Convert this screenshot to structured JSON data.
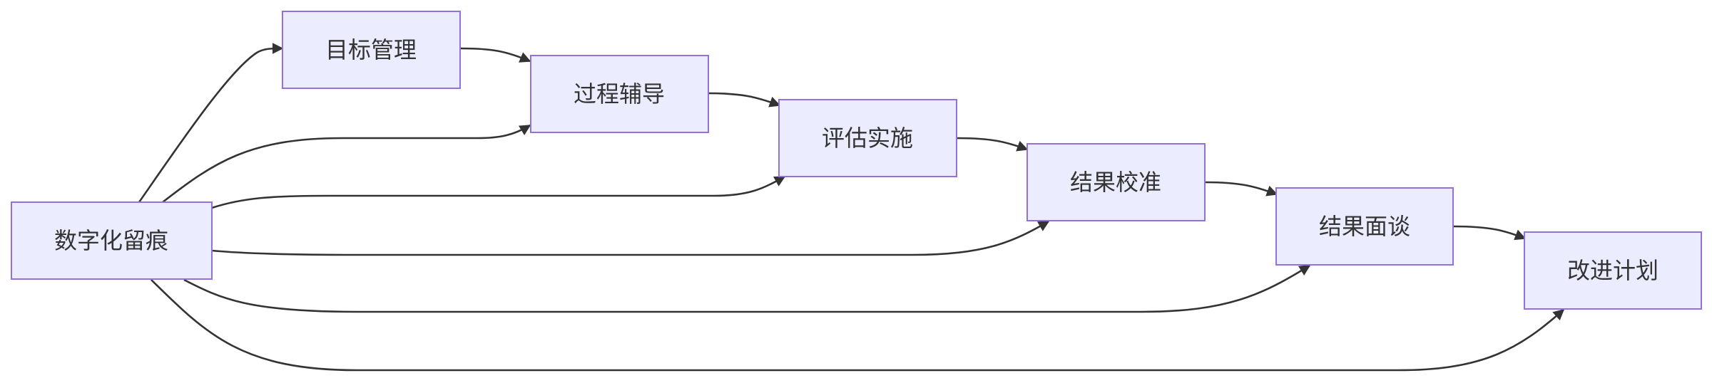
{
  "diagram": {
    "type": "flowchart",
    "direction": "left-to-right",
    "colors": {
      "node_fill": "#ececff",
      "node_border": "#9370db",
      "edge": "#333333",
      "text": "#333333"
    },
    "nodes": [
      {
        "id": "digital",
        "label": "数字化留痕"
      },
      {
        "id": "goal",
        "label": "目标管理"
      },
      {
        "id": "coach",
        "label": "过程辅导"
      },
      {
        "id": "eval",
        "label": "评估实施"
      },
      {
        "id": "calib",
        "label": "结果校准"
      },
      {
        "id": "interview",
        "label": "结果面谈"
      },
      {
        "id": "improve",
        "label": "改进计划"
      }
    ],
    "edges": [
      {
        "from": "digital",
        "to": "goal"
      },
      {
        "from": "digital",
        "to": "coach"
      },
      {
        "from": "digital",
        "to": "eval"
      },
      {
        "from": "digital",
        "to": "calib"
      },
      {
        "from": "digital",
        "to": "interview"
      },
      {
        "from": "digital",
        "to": "improve"
      },
      {
        "from": "goal",
        "to": "coach"
      },
      {
        "from": "coach",
        "to": "eval"
      },
      {
        "from": "eval",
        "to": "calib"
      },
      {
        "from": "calib",
        "to": "interview"
      },
      {
        "from": "interview",
        "to": "improve"
      }
    ]
  }
}
